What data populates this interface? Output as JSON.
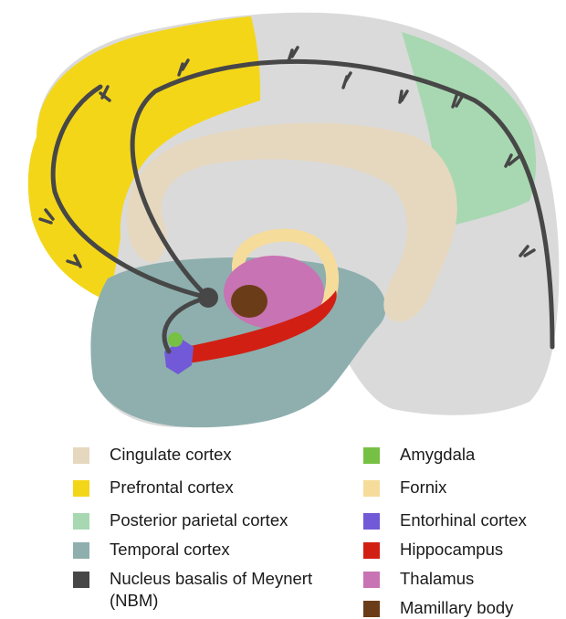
{
  "colors": {
    "cingulate": "#e6d8bf",
    "prefrontal": "#f4d619",
    "parietal": "#a8d8b1",
    "temporal": "#8eafae",
    "nbm": "#474747",
    "amygdala": "#76c043",
    "fornix": "#f6dc9b",
    "entorhinal": "#7159d8",
    "hippocampus": "#d21f14",
    "thalamus": "#c873b3",
    "mamillary": "#6b3c18",
    "brain": "#dadada"
  },
  "legend": {
    "cingulate": "Cingulate cortex",
    "prefrontal": "Prefrontal cortex",
    "parietal": "Posterior parietal cortex",
    "temporal": "Temporal cortex",
    "nbm": "Nucleus basalis of Meynert\n(NBM)",
    "amygdala": "Amygdala",
    "fornix": "Fornix",
    "entorhinal": "Entorhinal cortex",
    "hippocampus": "Hippocampus",
    "thalamus": "Thalamus",
    "mamillary": "Mamillary body"
  }
}
